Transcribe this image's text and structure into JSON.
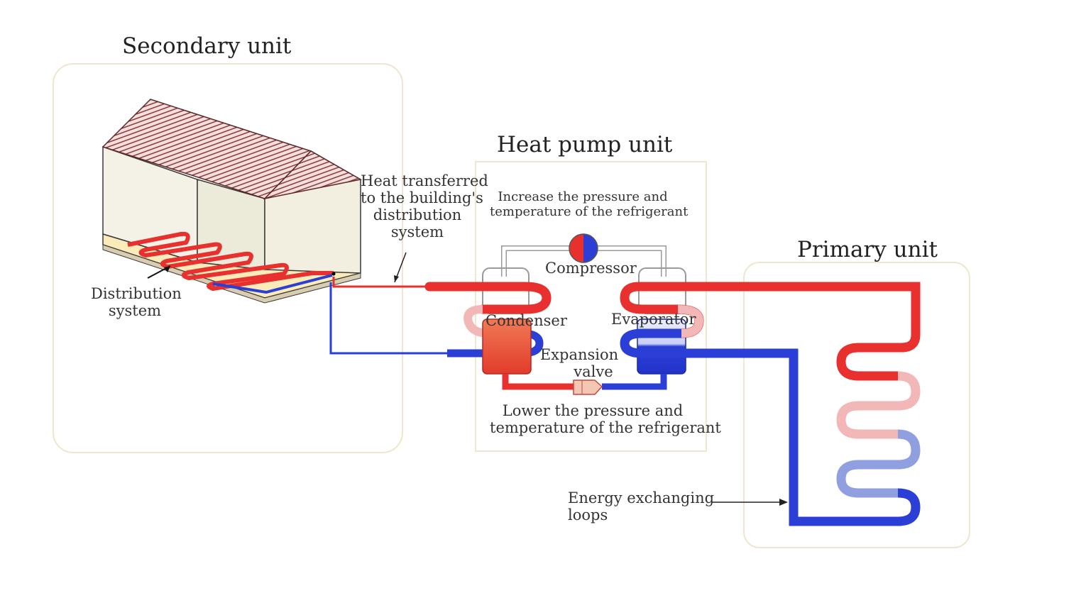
{
  "titles": {
    "secondary": "Secondary unit",
    "heat_pump": "Heat pump unit",
    "primary": "Primary unit"
  },
  "labels": {
    "heat_transferred": [
      "Heat transferred",
      "to the building's",
      "distribution",
      "system"
    ],
    "distribution_system": [
      "Distribution",
      "system"
    ],
    "increase_pressure": [
      "Increase the pressure and",
      "temperature of the refrigerant"
    ],
    "compressor": "Compressor",
    "condenser": "Condenser",
    "evaporator": "Evaporator",
    "expansion_valve": [
      "Expansion",
      "valve"
    ],
    "lower_pressure": [
      "Lower the pressure and",
      "temperature of the refrigerant"
    ],
    "energy_loops": [
      "Energy exchanging",
      "loops"
    ]
  },
  "colors": {
    "hot": "#e8312f",
    "cold": "#2b3fd6",
    "warm_pink": "#f2b7b7",
    "cool_blue": "#8f9fe0",
    "panel_border": "#efe6cf",
    "roof": "#8b3a3a"
  }
}
